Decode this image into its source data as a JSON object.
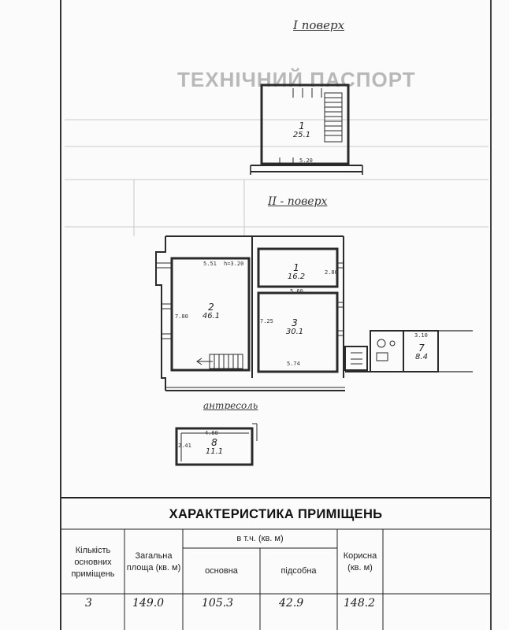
{
  "floors": {
    "first_title": "I поверх",
    "second_title": "II - поверх",
    "mezzanine_title": "антресоль"
  },
  "background_ghost": {
    "heading": "ТЕХНІЧНИЙ ПАСПОРТ"
  },
  "plan": {
    "floor1_room": {
      "number": "1",
      "area": "25.1"
    },
    "floor1_dim": "5.20",
    "rooms": [
      {
        "number": "1",
        "area": "16.2"
      },
      {
        "number": "2",
        "area": "46.1"
      },
      {
        "number": "3",
        "area": "30.1"
      },
      {
        "number": "7",
        "area": "8.4"
      },
      {
        "number": "8",
        "area": "11.1"
      }
    ],
    "dims": {
      "d_551": "5.51",
      "d_h320": "h=3.20",
      "d_280": "2.80",
      "d_560": "5.60",
      "d_780": "7.80",
      "d_725": "7.25",
      "d_574": "5.74",
      "d_310": "3.10",
      "d_460": "4.60",
      "d_241": "2.41"
    }
  },
  "table": {
    "title": "ХАРАКТЕРИСТИКА ПРИМІЩЕНЬ",
    "headers": {
      "count": "Кількість основних приміщень",
      "total": "Загальна площа (кв. м)",
      "incl": "в т.ч. (кв. м)",
      "main": "основна",
      "aux": "підсобна",
      "useful": "Корисна (кв. м)"
    },
    "values": {
      "count": "3",
      "total": "149.0",
      "main": "105.3",
      "aux": "42.9",
      "useful": "148.2"
    }
  }
}
